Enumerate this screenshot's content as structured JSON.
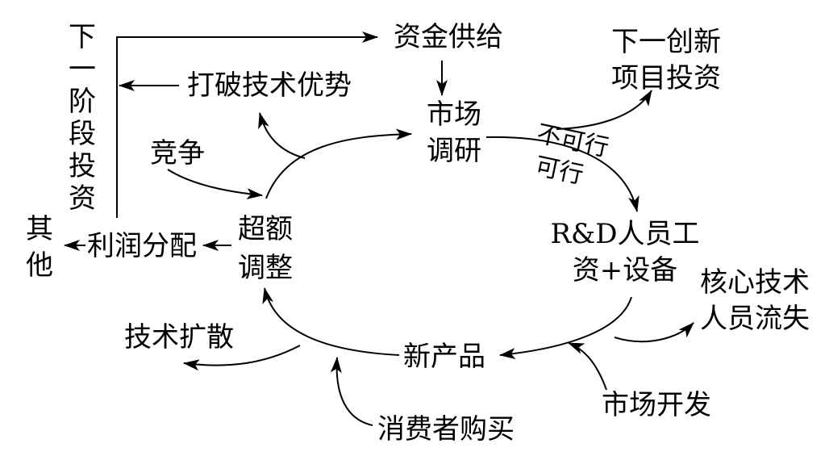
{
  "nodes": {
    "funding_supply": "资金供给",
    "market_research_line1": "市场",
    "market_research_line2": "调研",
    "next_innovation_line1": "下一创新",
    "next_innovation_line2": "项目投资",
    "break_tech_advantage": "打破技术优势",
    "competition": "竞争",
    "next_stage_investment": "下一阶段投资",
    "rnd_line1": "R&D人员工",
    "rnd_line2": "资+设备",
    "core_loss_line1": "核心技术",
    "core_loss_line2": "人员流失",
    "others_line1": "其",
    "others_line2": "他",
    "profit_distribution": "利润分配",
    "excess_adjust_line1": "超额",
    "excess_adjust_line2": "调整",
    "tech_diffusion": "技术扩散",
    "new_product": "新产品",
    "market_development": "市场开发",
    "consumer_purchase": "消费者购买"
  },
  "edge_labels": {
    "not_feasible": "不可行",
    "feasible": "可行"
  }
}
